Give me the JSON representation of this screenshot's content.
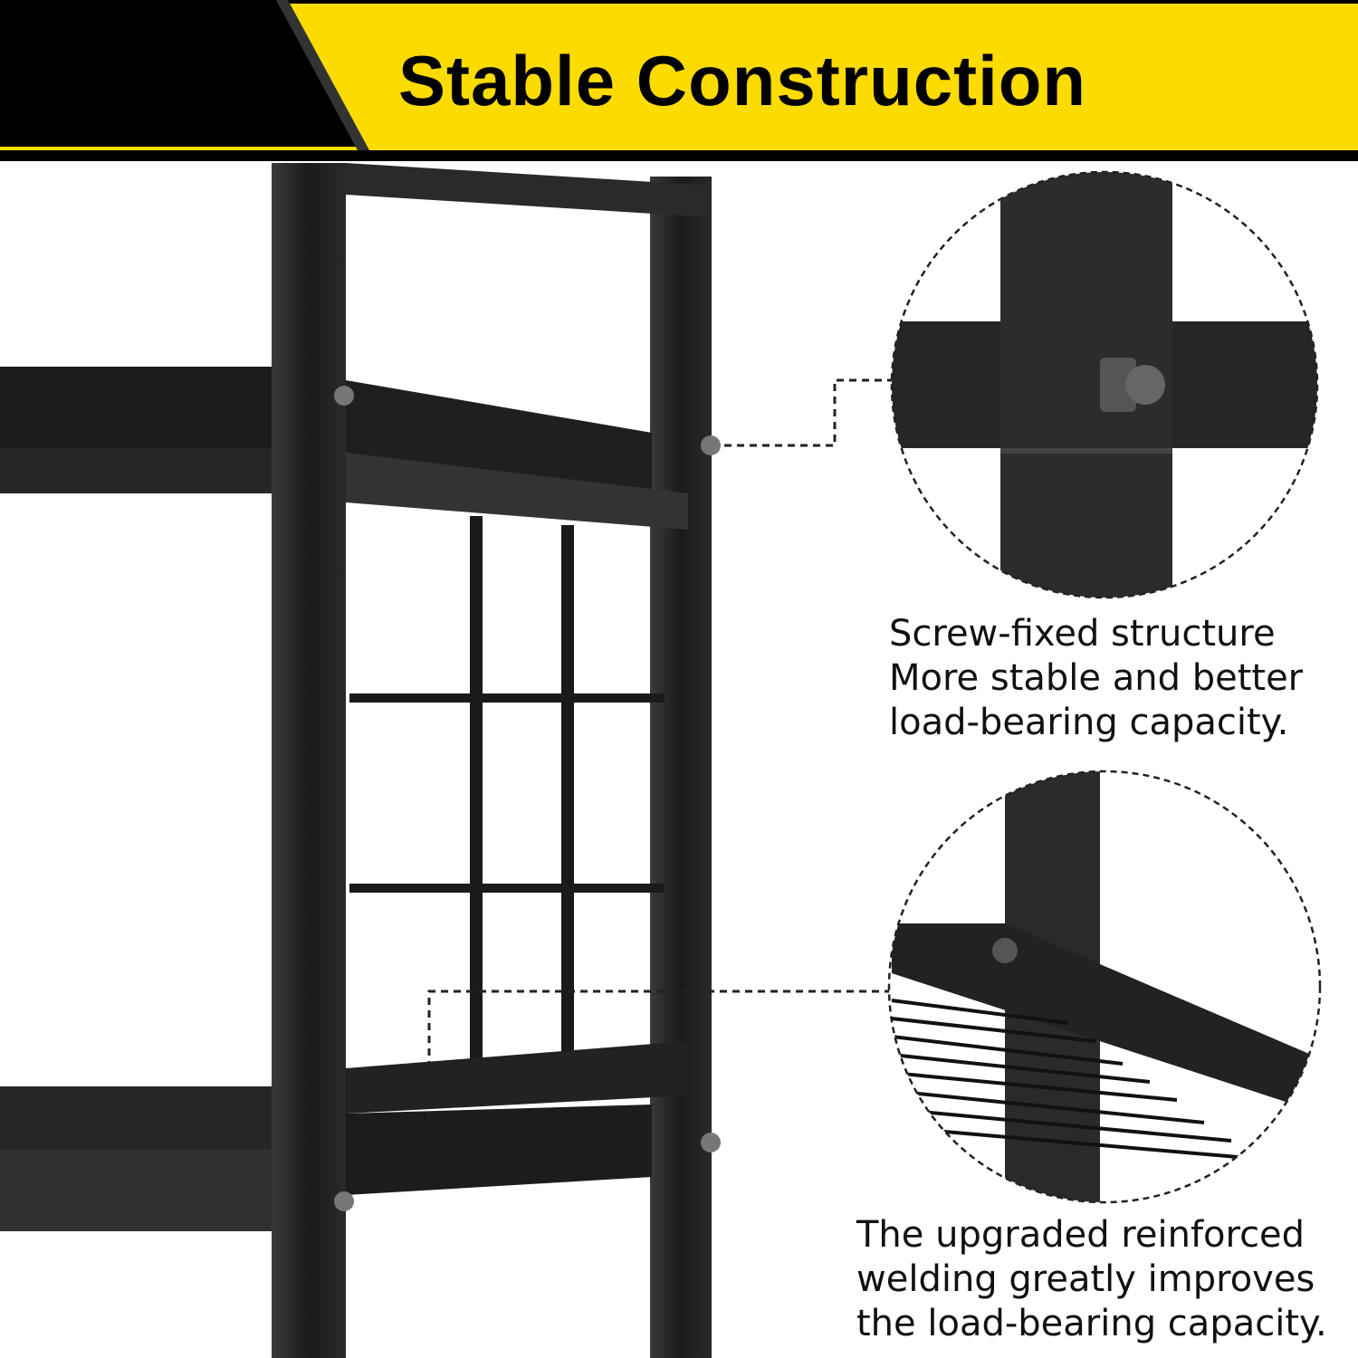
{
  "header": {
    "title": "Stable Construction"
  },
  "colors": {
    "accent": "#FCDB00",
    "frame": "#1e1e1e",
    "background": "#ffffff"
  },
  "details": [
    {
      "lines": [
        "Screw-fixed structure",
        "More stable and better",
        "load-bearing capacity."
      ]
    },
    {
      "lines": [
        "The upgraded reinforced",
        "welding greatly improves",
        "the load-bearing capacity."
      ]
    }
  ]
}
